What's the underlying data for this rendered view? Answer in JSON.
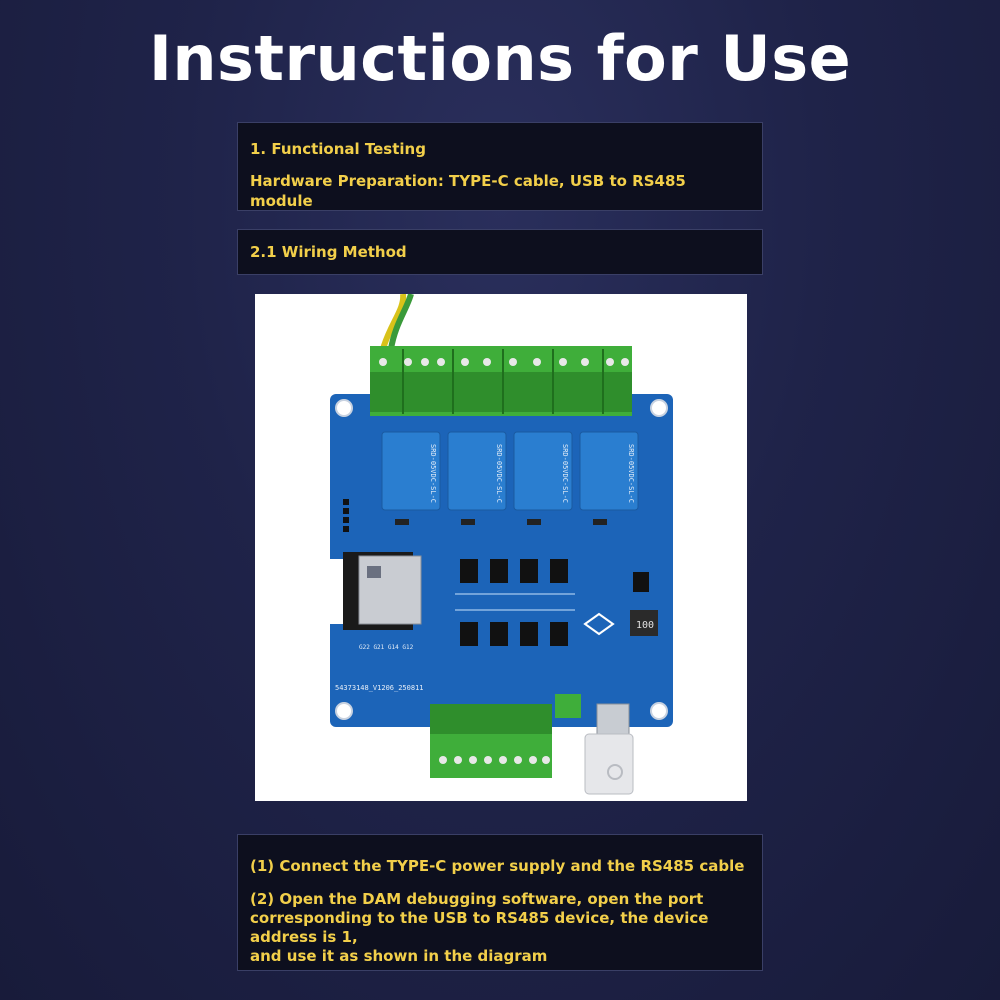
{
  "title": "Instructions for Use",
  "section1": {
    "heading": "1. Functional Testing",
    "hardware": "Hardware Preparation: TYPE-C cable, USB to RS485 module"
  },
  "section2": {
    "heading": "2.1 Wiring Method"
  },
  "board": {
    "relay_text": "SRD-05VDC-SL-C",
    "chip_label": "100",
    "board_code": "54373148_V1206_250811",
    "header_pins": "G22 G21 G14 G12"
  },
  "steps": [
    "(1) Connect the TYPE-C power supply and the RS485 cable",
    "(2) Open the DAM debugging software, open the port",
    "corresponding to the USB to RS485 device, the device address is 1,",
    "and use it as shown in the diagram"
  ],
  "colors": {
    "accent_text": "#f2cf4a",
    "panel_bg": "#0d0f1e",
    "pcb_blue": "#1c64b8",
    "relay_blue": "#2a7ed0",
    "terminal_green": "#3fae3a"
  }
}
